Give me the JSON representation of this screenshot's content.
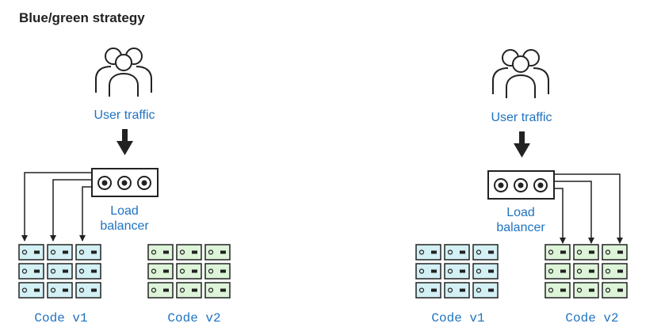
{
  "title": "Blue/green strategy",
  "colors": {
    "label": "#1f73c0",
    "blue_server_fill": "#d3f0f4",
    "green_server_fill": "#ddf4d9",
    "stroke": "#222222"
  },
  "panels": [
    {
      "id": "before",
      "user_label": "User traffic",
      "lb_label_line1": "Load",
      "lb_label_line2": "balancer",
      "active_target": "Code v1",
      "cluster_v1_label": "Code v1",
      "cluster_v2_label": "Code v2"
    },
    {
      "id": "after",
      "user_label": "User traffic",
      "lb_label_line1": "Load",
      "lb_label_line2": "balancer",
      "active_target": "Code v2",
      "cluster_v1_label": "Code v1",
      "cluster_v2_label": "Code v2"
    }
  ]
}
